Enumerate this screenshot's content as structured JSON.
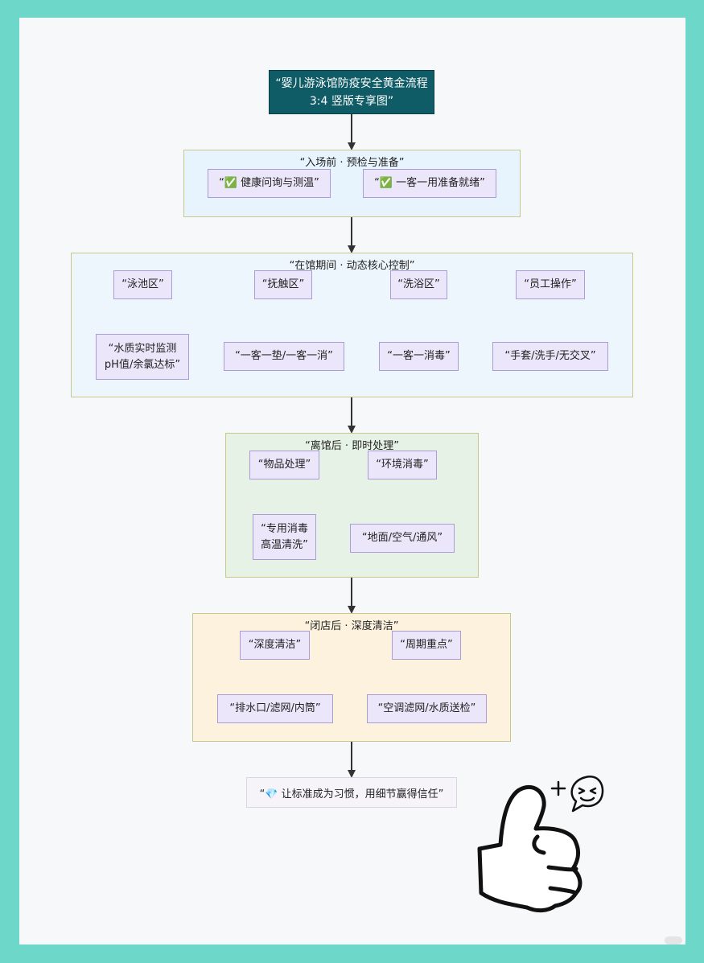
{
  "title": "“婴儿游泳馆防疫安全黄金流程\n3:4 竖版专享图”",
  "sections": {
    "pre_entry": {
      "title": "“入场前 · 预检与准备”",
      "items": [
        "“✅ 健康问询与测温”",
        "“✅ 一客一用准备就绪”"
      ]
    },
    "in_venue": {
      "title": "“在馆期间 · 动态核心控制”",
      "columns": [
        {
          "head": "“泳池区”",
          "detail": "“水质实时监测\npH值/余氯达标”"
        },
        {
          "head": "“抚触区”",
          "detail": "“一客一垫/一客一消”"
        },
        {
          "head": "“洗浴区”",
          "detail": "“一客一消毒”"
        },
        {
          "head": "“员工操作”",
          "detail": "“手套/洗手/无交叉”"
        }
      ]
    },
    "after_leave": {
      "title": "“离馆后 · 即时处理”",
      "columns": [
        {
          "head": "“物品处理”",
          "detail": "“专用消毒\n高温清洗”"
        },
        {
          "head": "“环境消毒”",
          "detail": "“地面/空气/通风”"
        }
      ]
    },
    "after_close": {
      "title": "“闭店后 · 深度清洁”",
      "columns": [
        {
          "head": "“深度清洁”",
          "detail": "“排水口/滤网/内筒”"
        },
        {
          "head": "“周期重点”",
          "detail": "“空调滤网/水质送检”"
        }
      ]
    }
  },
  "final": "“💎 让标准成为习惯，用细节赢得信任”",
  "colors": {
    "background": "#6dd8c9",
    "title_fill": "#0f5b66",
    "node_fill": "#ece6fa",
    "pre_entry_fill": "#e8f4fd",
    "in_venue_fill": "#eef6fd",
    "after_leave_fill": "#e6f2e6",
    "after_close_fill": "#fdf2de"
  },
  "decoration": [
    "thumbs-up-sticker-icon",
    "sparkle-icon",
    "laughing-face-bubble-icon"
  ]
}
